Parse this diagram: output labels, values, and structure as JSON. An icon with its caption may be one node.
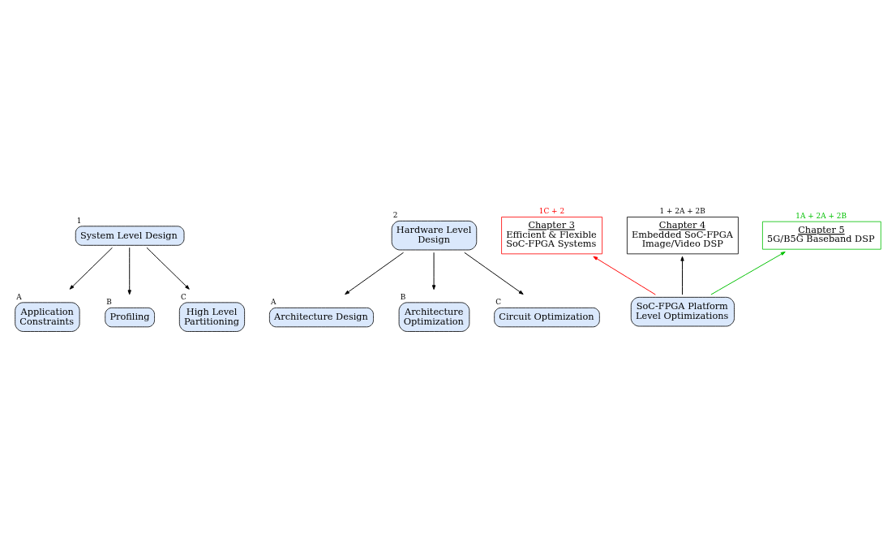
{
  "diagram": {
    "nodes": [
      {
        "text": [
          "System Level Design"
        ],
        "beside": [
          "1"
        ]
      },
      {
        "text": [
          "Hardware Level Design"
        ],
        "beside": [
          "2"
        ]
      },
      {
        "text": [
          "Application Constraints"
        ],
        "beside": [
          "A"
        ]
      },
      {
        "text": [
          "Profiling"
        ],
        "beside": [
          "B"
        ]
      },
      {
        "text": [
          "High Level Partitioning"
        ],
        "beside": [
          "C"
        ]
      },
      {
        "text": [
          "Architecture Design"
        ],
        "beside": [
          "A"
        ]
      },
      {
        "text": [
          "Architecture Optimization"
        ],
        "beside": [
          "B"
        ]
      },
      {
        "text": [
          "Circuit Optimization"
        ],
        "beside": [
          "C"
        ]
      },
      {
        "text": [
          "Chapter 3",
          "Efficient & Flexible SoC-FPGA Systems"
        ],
        "beside": [
          "1C + 2"
        ]
      },
      {
        "text": [
          "Chapter 4",
          "Embedded SoC-FPGA Image/Video DSP"
        ],
        "beside": [
          "1 + 2A + 2B"
        ]
      },
      {
        "text": [
          "Chapter 5",
          "5G/B5G Baseband DSP"
        ],
        "beside": [
          "1A + 2A + 2B"
        ]
      },
      {
        "text": [
          "SoC-FPGA Platform Level Optimizations"
        ]
      }
    ],
    "edges": [
      {
        "from": 0,
        "to": 2,
        "arrow": "to"
      },
      {
        "from": 0,
        "to": 3,
        "arrow": "to"
      },
      {
        "from": 0,
        "to": 4,
        "arrow": "to"
      },
      {
        "from": 1,
        "to": 5,
        "arrow": "to"
      },
      {
        "from": 1,
        "to": 6,
        "arrow": "to"
      },
      {
        "from": 1,
        "to": 7,
        "arrow": "to"
      },
      {
        "from": 11,
        "to": 8,
        "arrow": "to",
        "color": "#ff0000"
      },
      {
        "from": 11,
        "to": 9,
        "arrow": "to"
      },
      {
        "from": 11,
        "to": 10,
        "arrow": "to",
        "color": "#00c000"
      }
    ]
  }
}
